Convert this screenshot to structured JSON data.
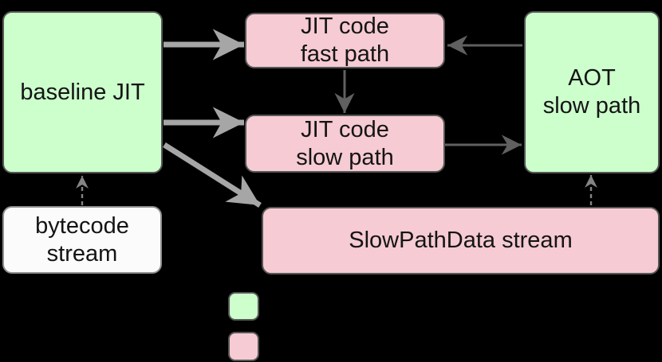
{
  "diagram": {
    "title": "",
    "background": "#000000",
    "nodes": {
      "baseline_jit": {
        "label": "baseline JIT",
        "fill": "#ccffcc"
      },
      "jit_fast": {
        "line1": "JIT code",
        "line2": "fast path",
        "fill": "#f6cbd3"
      },
      "jit_slow": {
        "line1": "JIT code",
        "line2": "slow path",
        "fill": "#f6cbd3"
      },
      "aot": {
        "line1": "AOT",
        "line2": "slow path",
        "fill": "#ccffcc"
      },
      "bytecode": {
        "line1": "bytecode",
        "line2": "stream",
        "fill": "#fbfbfb"
      },
      "slowpathdata": {
        "label": "SlowPathData stream",
        "fill": "#f6cbd3"
      }
    },
    "edges": [
      {
        "from": "baseline_jit",
        "to": "jit_fast",
        "style": "thick-solid"
      },
      {
        "from": "baseline_jit",
        "to": "jit_slow",
        "style": "thick-solid"
      },
      {
        "from": "baseline_jit",
        "to": "slowpathdata",
        "style": "thick-solid"
      },
      {
        "from": "aot",
        "to": "jit_fast",
        "style": "thin-solid"
      },
      {
        "from": "jit_slow",
        "to": "aot",
        "style": "thin-solid"
      },
      {
        "from": "jit_fast",
        "to": "jit_slow",
        "style": "thin-solid"
      },
      {
        "from": "bytecode",
        "to": "baseline_jit",
        "style": "thin-dashed"
      },
      {
        "from": "slowpathdata",
        "to": "aot",
        "style": "thin-dashed"
      }
    ],
    "legend": {
      "swatches": [
        {
          "name": "green-swatch",
          "fill": "#ccffcc",
          "label": ""
        },
        {
          "name": "pink-swatch",
          "fill": "#f6cbd3",
          "label": ""
        }
      ]
    },
    "colors": {
      "green": "#ccffcc",
      "pink": "#f6cbd3",
      "white": "#fbfbfb",
      "arrow_thick": "#a6a6a6",
      "arrow_thin": "#606060",
      "arrow_dashed": "#848484",
      "border_dark": "#565656",
      "border_light": "#8f8f8f",
      "text": "#141414"
    }
  }
}
